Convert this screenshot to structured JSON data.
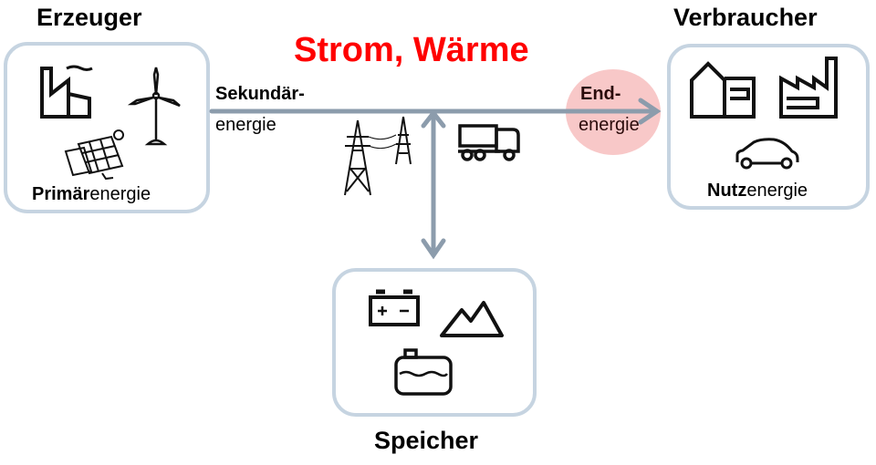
{
  "title": "Strom, Wärme",
  "colors": {
    "title": "#ff0000",
    "arrow": "#8c9cac",
    "box": "#c6d4e1",
    "highlight": "#f8c8c8"
  },
  "producer": {
    "heading": "Erzeuger",
    "label_bold": "Primär",
    "label_rest": "energie",
    "icons": [
      "power-plant-icon",
      "wind-turbine-icon",
      "solar-panel-icon"
    ]
  },
  "consumer": {
    "heading": "Verbraucher",
    "label_bold": "Nutz",
    "label_rest": "energie",
    "icons": [
      "house-icon",
      "factory-icon",
      "car-icon"
    ]
  },
  "storage": {
    "heading": "Speicher",
    "icons": [
      "battery-icon",
      "mountain-icon",
      "tank-icon"
    ]
  },
  "secondary": {
    "line1": "Sekundär-",
    "line2": "energie"
  },
  "final": {
    "line1": "End-",
    "line2": "energie"
  },
  "transport_icons": [
    "power-line-icon",
    "truck-icon"
  ]
}
